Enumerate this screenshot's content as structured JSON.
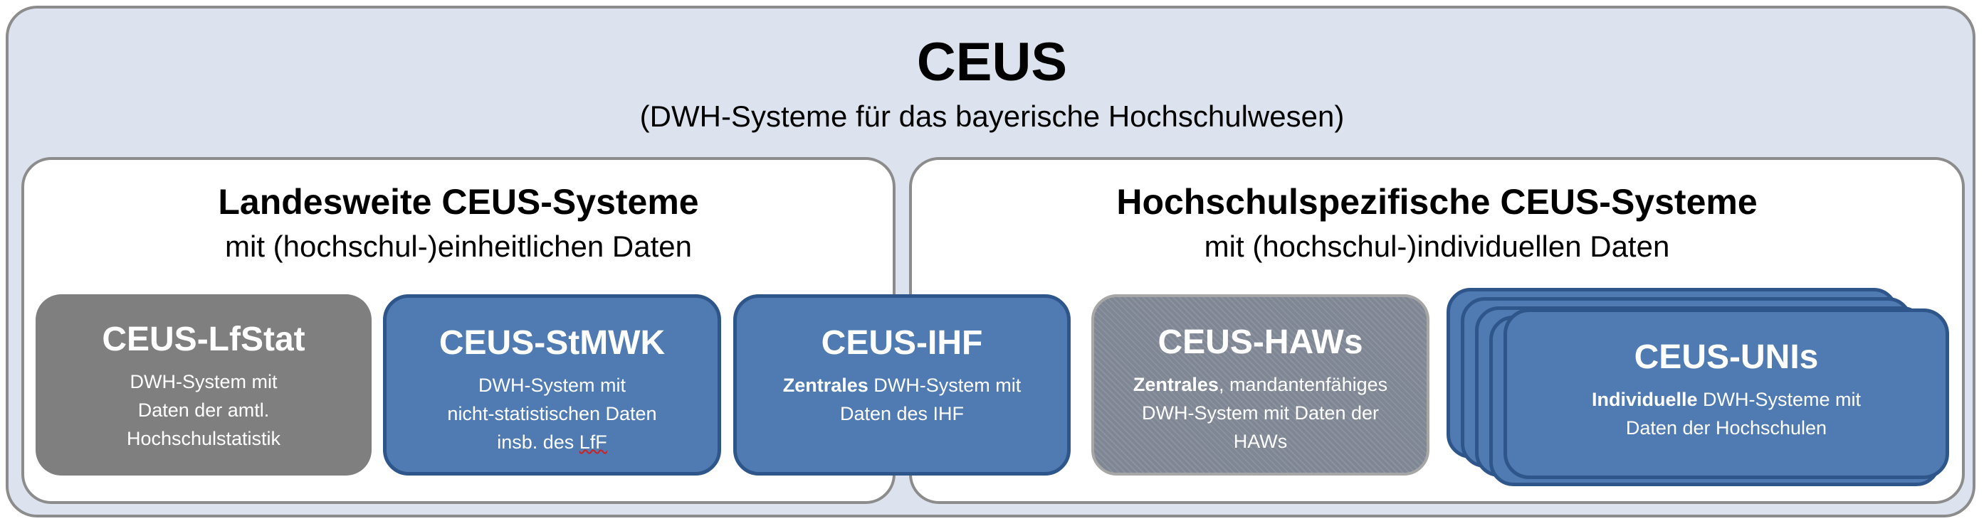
{
  "header": {
    "title": "CEUS",
    "subtitle": "(DWH-Systeme für das bayerische Hochschulwesen)"
  },
  "panels": {
    "left": {
      "title": "Landesweite CEUS-Systeme",
      "subtitle": "mit (hochschul-)einheitlichen Daten"
    },
    "right": {
      "title": "Hochschulspezifische CEUS-Systeme",
      "subtitle": "mit (hochschul-)individuellen Daten"
    }
  },
  "boxes": {
    "lfstat": {
      "title": "CEUS-LfStat",
      "line1": "DWH-System mit",
      "line2": "Daten der amtl.",
      "line3": "Hochschulstatistik"
    },
    "stmwk": {
      "title": "CEUS-StMWK",
      "line1": "DWH-System mit",
      "line2": "nicht-statistischen Daten",
      "line3_prefix": "insb. des ",
      "line3_lff": "LfF"
    },
    "ihf": {
      "title": "CEUS-IHF",
      "line1_bold": "Zentrales",
      "line1_rest": " DWH-System mit",
      "line2": "Daten des IHF"
    },
    "haws": {
      "title": "CEUS-HAWs",
      "line1_bold": "Zentrales",
      "line1_rest": ", mandantenfähiges",
      "line2": "DWH-System mit Daten der",
      "line3": "HAWs"
    },
    "unis": {
      "title": "CEUS-UNIs",
      "line1_bold": "Individuelle",
      "line1_rest": " DWH-Systeme mit",
      "line2": "Daten der Hochschulen"
    }
  },
  "colors": {
    "outer_bg": "#dce3ee",
    "blue_box": "#4f7bb2",
    "blue_border": "#2f568a",
    "gray_box": "#7f7f7f",
    "hatched_box": "#7f8794"
  }
}
